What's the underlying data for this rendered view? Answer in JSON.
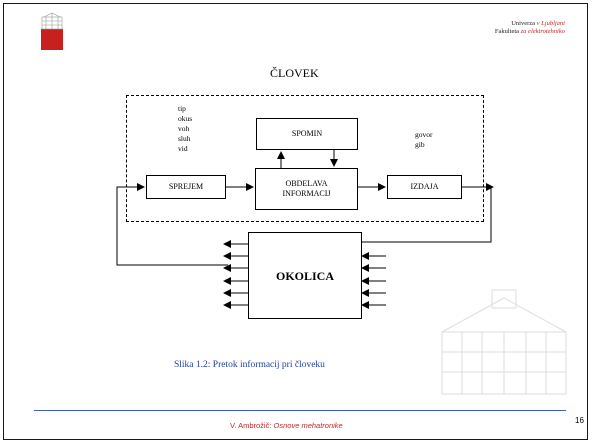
{
  "header": {
    "university": "Univerza",
    "university_italic": "v Ljubljani",
    "faculty": "Fakulteta",
    "faculty_italic": "za elektrotehniko"
  },
  "diagram": {
    "title": "ČLOVEK",
    "senses": [
      "tip",
      "okus",
      "voh",
      "sluh",
      "vid"
    ],
    "outputs": [
      "govor",
      "gib"
    ],
    "boxes": {
      "spomin": "SPOMIN",
      "sprejem": "SPREJEM",
      "obdelava_line1": "OBDELAVA",
      "obdelava_line2": "INFORMACIJ",
      "izdaja": "IZDAJA",
      "okolica": "OKOLICA"
    }
  },
  "caption": "Slika 1.2: Pretok informacij pri človeku",
  "footer": {
    "author": "V. Ambrožič:",
    "course": "Osnove mehatronike",
    "page_number": "16"
  },
  "colors": {
    "accent_red": "#c0282d",
    "caption_blue": "#1e3fa0",
    "rule_blue": "#3b5bbf"
  }
}
